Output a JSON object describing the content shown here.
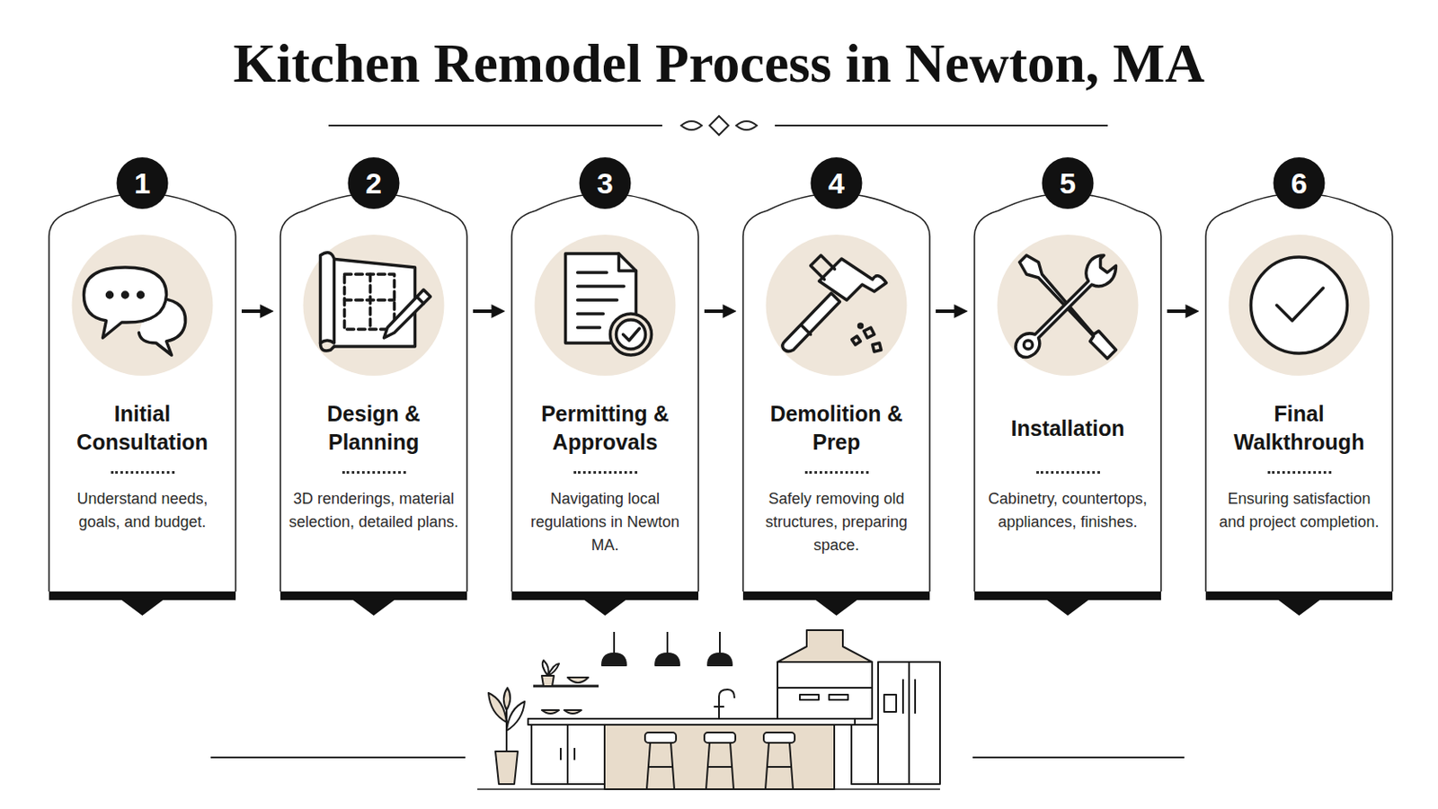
{
  "diagram": {
    "title": "Kitchen Remodel Process in Newton, MA",
    "nodes": [
      {
        "text": [
          "1",
          "Initial Consultation",
          "Understand needs, goals, and budget."
        ]
      },
      {
        "text": [
          "2",
          "Design & Planning",
          "3D renderings, material selection, detailed plans."
        ]
      },
      {
        "text": [
          "3",
          "Permitting & Approvals",
          "Navigating local regulations in Newton MA."
        ]
      },
      {
        "text": [
          "4",
          "Demolition & Prep",
          "Safely removing old structures, preparing space."
        ]
      },
      {
        "text": [
          "5",
          "Installation",
          "Cabinetry, countertops, appliances, finishes."
        ]
      },
      {
        "text": [
          "6",
          "Final Walkthrough",
          "Ensuring satisfaction and project completion."
        ]
      }
    ],
    "edges": [
      {
        "from": 0,
        "to": 1,
        "arrow": "to"
      },
      {
        "from": 1,
        "to": 2,
        "arrow": "to"
      },
      {
        "from": 2,
        "to": 3,
        "arrow": "to"
      },
      {
        "from": 3,
        "to": 4,
        "arrow": "to"
      },
      {
        "from": 4,
        "to": 5,
        "arrow": "to"
      }
    ]
  }
}
